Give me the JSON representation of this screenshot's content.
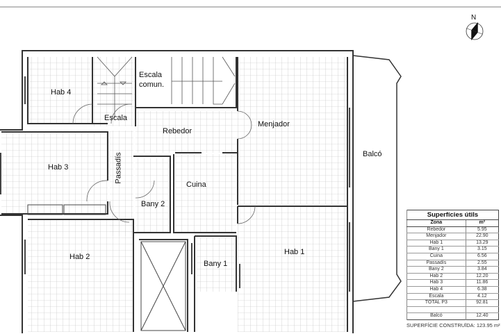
{
  "compass": {
    "label": "N"
  },
  "rooms": {
    "hab4": "Hab 4",
    "escala": "Escala",
    "escala_comun_1": "Escala",
    "escala_comun_2": "comun.",
    "rebedor": "Rebedor",
    "menjador": "Menjador",
    "balco": "Balcó",
    "hab3": "Hab 3",
    "passadis": "Passadís",
    "cuina": "Cuina",
    "bany2": "Bany 2",
    "hab2": "Hab 2",
    "bany1": "Bany 1",
    "hab1": "Hab 1"
  },
  "table": {
    "title": "Superfícies útils",
    "col_zone": "Zona",
    "col_area": "m²",
    "rows": [
      {
        "zone": "Rebedor",
        "area": "5.95"
      },
      {
        "zone": "Menjador",
        "area": "22.90"
      },
      {
        "zone": "Hab 1",
        "area": "13.29"
      },
      {
        "zone": "Bany 1",
        "area": "3.15"
      },
      {
        "zone": "Cuina",
        "area": "6.56"
      },
      {
        "zone": "Passadís",
        "area": "2.55"
      },
      {
        "zone": "Bany 2",
        "area": "3.84"
      },
      {
        "zone": "Hab 2",
        "area": "12.20"
      },
      {
        "zone": "Hab 3",
        "area": "11.86"
      },
      {
        "zone": "Hab 4",
        "area": "6.38"
      },
      {
        "zone": "Escala",
        "area": "4.12"
      },
      {
        "zone": "TOTAL P3",
        "area": "92.81"
      }
    ],
    "balcony": {
      "zone": "Balcó",
      "area": "12.40"
    }
  },
  "built_area": "SUPERFÍCIE CONSTRUÏDA: 123.95 m²"
}
